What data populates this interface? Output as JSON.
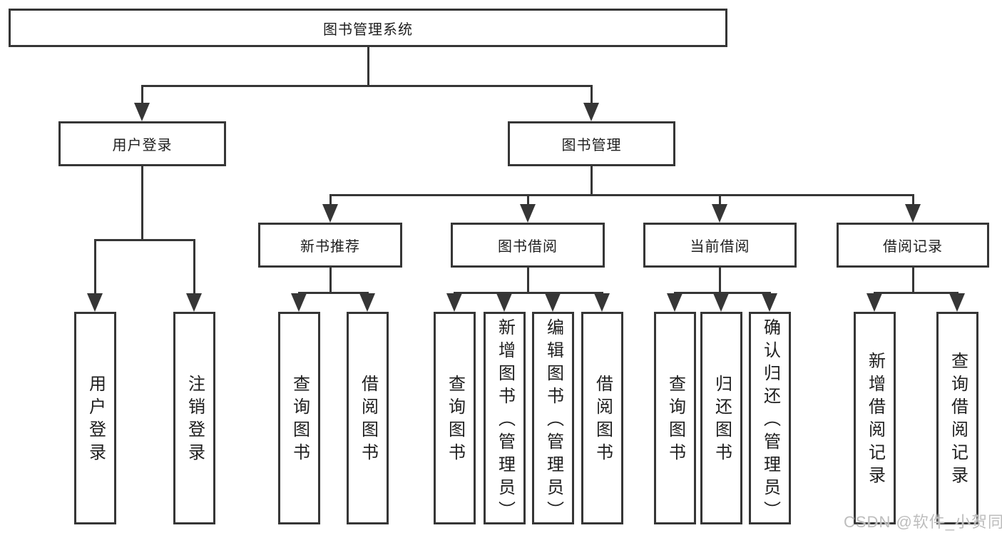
{
  "diagram": {
    "root": "图书管理系统",
    "level2": {
      "user_login": "用户登录",
      "book_mgmt": "图书管理"
    },
    "level3": {
      "new_books": "新书推荐",
      "borrowing": "图书借阅",
      "current": "当前借阅",
      "records": "借阅记录"
    },
    "leaves": {
      "user_login": "用户登录",
      "logout": "注销登录",
      "nb_query": "查询图书",
      "nb_borrow": "借阅图书",
      "bw_query": "查询图书",
      "bw_add": "新增图书（管理员）",
      "bw_edit": "编辑图书（管理员）",
      "bw_borrow": "借阅图书",
      "cu_query": "查询图书",
      "cu_return": "归还图书",
      "cu_confirm": "确认归还（管理员）",
      "rc_add": "新增借阅记录",
      "rc_query": "查询借阅记录"
    }
  },
  "watermark": "CSDN @软件_小贺同学",
  "colors": {
    "line": "#363636",
    "text": "#1e1e1e",
    "background": "#ffffff",
    "watermark": "#bdbdbd"
  }
}
